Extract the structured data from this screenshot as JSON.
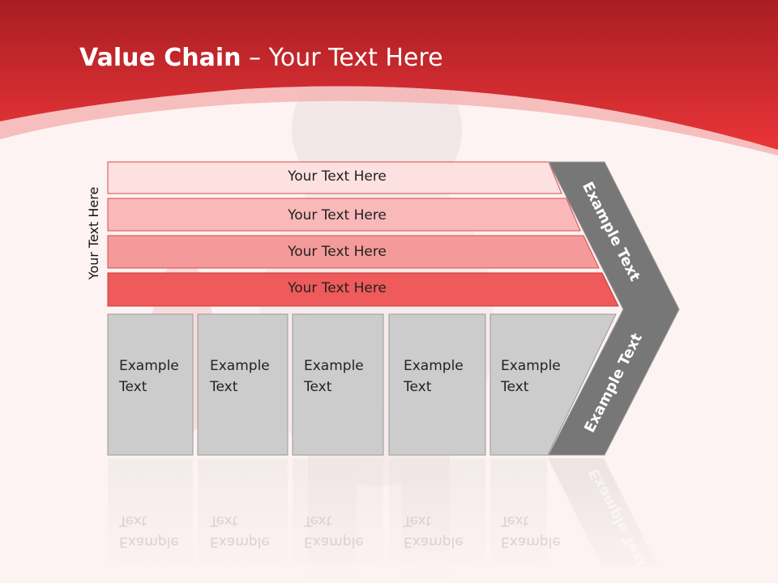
{
  "title": {
    "bold": "Value Chain",
    "rest": " – Your Text Here"
  },
  "side_label": "Your Text Here",
  "rows": [
    {
      "label": "Your Text Here",
      "color": "#fde0e0"
    },
    {
      "label": "Your Text Here",
      "color": "#f9b9b9"
    },
    {
      "label": "Your Text Here",
      "color": "#f49a9a"
    },
    {
      "label": "Your Text Here",
      "color": "#ef5a5a"
    }
  ],
  "boxes": [
    {
      "label": "Example\nText"
    },
    {
      "label": "Example\nText"
    },
    {
      "label": "Example\nText"
    },
    {
      "label": "Example\nText"
    },
    {
      "label": "Example\nText"
    }
  ],
  "chevron": {
    "top_label": "Example Text",
    "bottom_label": "Example Text",
    "color": "#777777"
  },
  "colors": {
    "header_red": "#e0282e",
    "box_gray": "#cccccc",
    "background": "#fdf3f2"
  }
}
